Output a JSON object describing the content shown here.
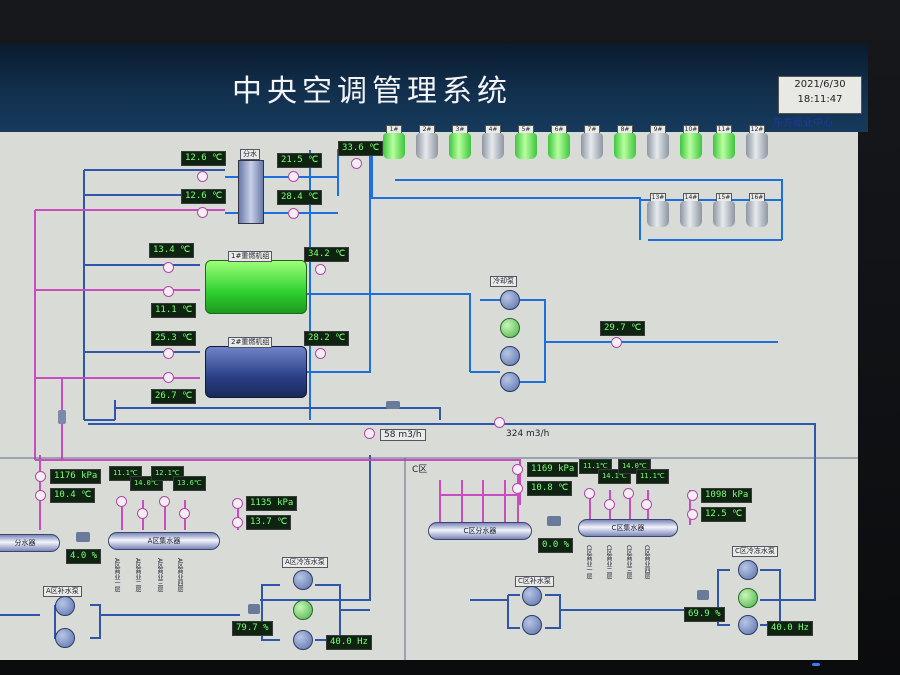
{
  "header": {
    "title": "中央空调管理系统",
    "date": "2021/6/30",
    "time": "18:11:47",
    "org": "东方商业中心"
  },
  "colors": {
    "cooling_pipe": "#1d6fe0",
    "chilled_pipe": "#2f56a8",
    "hot_pipe": "#c94cc0",
    "lcd_text": "#7cff7c"
  },
  "towers": {
    "row1": [
      {
        "label": "1#",
        "on": true
      },
      {
        "label": "2#",
        "on": false
      },
      {
        "label": "3#",
        "on": true
      },
      {
        "label": "4#",
        "on": false
      },
      {
        "label": "5#",
        "on": true
      },
      {
        "label": "6#",
        "on": true
      },
      {
        "label": "7#",
        "on": false
      },
      {
        "label": "8#",
        "on": true
      },
      {
        "label": "9#",
        "on": false
      },
      {
        "label": "10#",
        "on": true
      },
      {
        "label": "11#",
        "on": true
      },
      {
        "label": "12#",
        "on": false
      }
    ],
    "row2": [
      {
        "label": "13#"
      },
      {
        "label": "14#"
      },
      {
        "label": "15#"
      },
      {
        "label": "16#"
      }
    ]
  },
  "manifold_label": "分水",
  "readings": {
    "t1": "12.6 ℃",
    "t2": "12.6 ℃",
    "t3": "21.5 ℃",
    "t4": "28.4 ℃",
    "t5": "33.6 ℃",
    "t6": "13.4 ℃",
    "t7": "34.2 ℃",
    "t8": "11.1 ℃",
    "t9": "25.3 ℃",
    "t10": "28.2 ℃",
    "t11": "26.7 ℃",
    "t12": "29.7 ℃",
    "flow1": "58 m3/h",
    "flow2": "324 m3/h"
  },
  "chillers": {
    "c1": "1#重燃机组",
    "c2": "2#重燃机组"
  },
  "cooling_pump_group": "冷却泵",
  "zone_a": {
    "p_left": "1176 kPa",
    "t_left": "10.4 ℃",
    "pct_left": "4.0 %",
    "t_a": "11.1℃",
    "t_b": "14.0℃",
    "t_c": "12.1℃",
    "t_d": "13.6℃",
    "p_right": "1135 kPa",
    "t_right": "13.7 ℃",
    "vessel_left": "分水器",
    "vessel_right": "A区集水器",
    "pump_supply": "A区补水泵",
    "pump_loop": "A区冷冻水泵",
    "pct_pump": "79.7 %",
    "hz": "40.0 Hz",
    "branches": [
      "A区商业一层",
      "A区商业二层",
      "A区商业三层",
      "A区商业四层"
    ]
  },
  "zone_c": {
    "region": "C区",
    "p_left": "1169 kPa",
    "t_left": "10.8 ℃",
    "pct_left": "0.0 %",
    "t_a": "11.1℃",
    "t_b": "14.1℃",
    "t_c": "14.0℃",
    "t_d": "11.1℃",
    "p_right": "1098 kPa",
    "t_right": "12.5 ℃",
    "vessel_left": "C区分水器",
    "vessel_right": "C区集水器",
    "pump_supply": "C区补水泵",
    "pump_loop": "C区冷冻水泵",
    "pct_pump": "69.9 %",
    "hz": "40.0 Hz",
    "branches": [
      "C区商业一层",
      "C区商业二层",
      "C区商业三层",
      "C区商业四层"
    ]
  }
}
